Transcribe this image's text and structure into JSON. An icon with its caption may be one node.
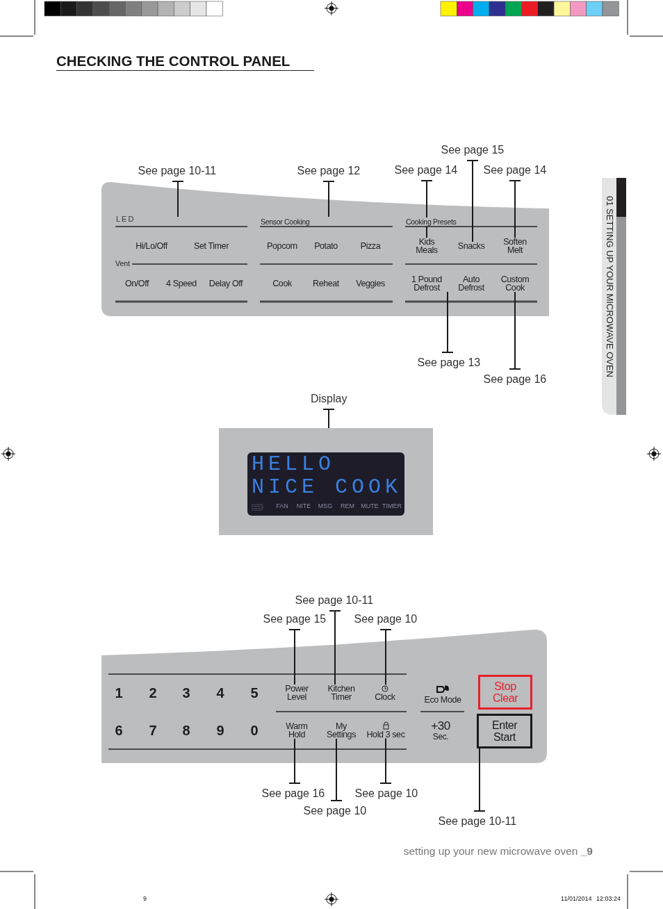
{
  "diagram": {
    "title": "CHECKING THE CONTROL PANEL",
    "nodes": [
      {
        "text": [],
        "shape": "box"
      },
      {
        "text": [
          "Hi/Lo/Off"
        ],
        "in": 0
      },
      {
        "text": [
          "Set Timer"
        ],
        "in": 0
      },
      {
        "text": [
          "Popcorn"
        ],
        "in": 0
      },
      {
        "text": [
          "Potato"
        ],
        "in": 0
      },
      {
        "text": [
          "Pizza"
        ],
        "in": 0
      },
      {
        "text": [
          "Kids Meals"
        ],
        "in": 0
      },
      {
        "text": [
          "Snacks"
        ],
        "in": 0
      },
      {
        "text": [
          "Soften Melt"
        ],
        "in": 0
      },
      {
        "text": [
          "On/Off"
        ],
        "in": 0
      },
      {
        "text": [
          "4 Speed"
        ],
        "in": 0
      },
      {
        "text": [
          "Delay Off"
        ],
        "in": 0
      },
      {
        "text": [
          "Cook"
        ],
        "in": 0
      },
      {
        "text": [
          "Reheat"
        ],
        "in": 0
      },
      {
        "text": [
          "Veggies"
        ],
        "in": 0
      },
      {
        "text": [
          "1 Pound Defrost"
        ],
        "in": 0
      },
      {
        "text": [
          "Auto Defrost"
        ],
        "in": 0
      },
      {
        "text": [
          "Custom Cook"
        ],
        "in": 0
      },
      {
        "text": [
          "See page 10-11"
        ]
      },
      {
        "text": [
          "See page 12"
        ]
      },
      {
        "text": [
          "See page 14"
        ]
      },
      {
        "text": [
          "See page 15"
        ]
      },
      {
        "text": [
          "See page 14"
        ]
      },
      {
        "text": [
          "See page 13"
        ]
      },
      {
        "text": [
          "See page 16"
        ]
      },
      {
        "text": [
          "Display"
        ]
      },
      {
        "text": [],
        "shape": "box"
      },
      {
        "text": [
          "HELLO",
          "NICE COOK",
          "FAN",
          "NITE",
          "MSG",
          "REM",
          "MUTE",
          "TIMER"
        ],
        "in": 26
      },
      {
        "text": [],
        "shape": "box"
      },
      {
        "text": [
          "1"
        ],
        "in": 28
      },
      {
        "text": [
          "2"
        ],
        "in": 28
      },
      {
        "text": [
          "3"
        ],
        "in": 28
      },
      {
        "text": [
          "4"
        ],
        "in": 28
      },
      {
        "text": [
          "5"
        ],
        "in": 28
      },
      {
        "text": [
          "Power Level"
        ],
        "in": 28
      },
      {
        "text": [
          "Kitchen Timer"
        ],
        "in": 28
      },
      {
        "text": [
          "Clock"
        ],
        "in": 28
      },
      {
        "text": [
          "Eco Mode"
        ],
        "in": 28
      },
      {
        "text": [
          "Stop Clear"
        ],
        "in": 28
      },
      {
        "text": [
          "6"
        ],
        "in": 28
      },
      {
        "text": [
          "7"
        ],
        "in": 28
      },
      {
        "text": [
          "8"
        ],
        "in": 28
      },
      {
        "text": [
          "9"
        ],
        "in": 28
      },
      {
        "text": [
          "0"
        ],
        "in": 28
      },
      {
        "text": [
          "Warm Hold"
        ],
        "in": 28
      },
      {
        "text": [
          "My Settings"
        ],
        "in": 28
      },
      {
        "text": [
          "Hold 3 sec"
        ],
        "in": 28
      },
      {
        "text": [
          "+30",
          "Sec."
        ],
        "in": 28
      },
      {
        "text": [
          "Enter Start"
        ],
        "in": 28
      },
      {
        "text": [
          "See page 10-11"
        ]
      },
      {
        "text": [
          "See page 15"
        ]
      },
      {
        "text": [
          "See page 10"
        ]
      },
      {
        "text": [
          "See page 16"
        ]
      },
      {
        "text": [
          "See page 10"
        ]
      },
      {
        "text": [
          "See page 10"
        ]
      },
      {
        "text": [
          "See page 10-11"
        ]
      }
    ],
    "edges": [
      {
        "from": 18,
        "to": null,
        "arrow": "other"
      },
      {
        "from": 19,
        "to": null,
        "arrow": "other"
      },
      {
        "from": 20,
        "to": 6,
        "arrow": "other"
      },
      {
        "from": 21,
        "to": 7,
        "arrow": "other"
      },
      {
        "from": 22,
        "to": 8,
        "arrow": "other"
      },
      {
        "from": 23,
        "to": 15,
        "arrow": "other"
      },
      {
        "from": 24,
        "to": 17,
        "arrow": "other"
      },
      {
        "from": 25,
        "to": 26,
        "arrow": "other"
      },
      {
        "from": 50,
        "to": 34,
        "arrow": "other"
      },
      {
        "from": 49,
        "to": 35,
        "arrow": "other"
      },
      {
        "from": 51,
        "to": 36,
        "arrow": "other"
      },
      {
        "from": 52,
        "to": 44,
        "arrow": "other"
      },
      {
        "from": 53,
        "to": 45,
        "arrow": "other"
      },
      {
        "from": 54,
        "to": 46,
        "arrow": "other"
      },
      {
        "from": 55,
        "to": 48,
        "arrow": "other"
      }
    ],
    "labels": [
      "01 SETTING UP YOUR MICROWAVE OVEN",
      "LED",
      "Sensor Cooking",
      "Cooking Presets",
      "Vent",
      "setting up your new microwave oven **_9**",
      "9",
      "11/01/2014 12:03:24"
    ]
  }
}
